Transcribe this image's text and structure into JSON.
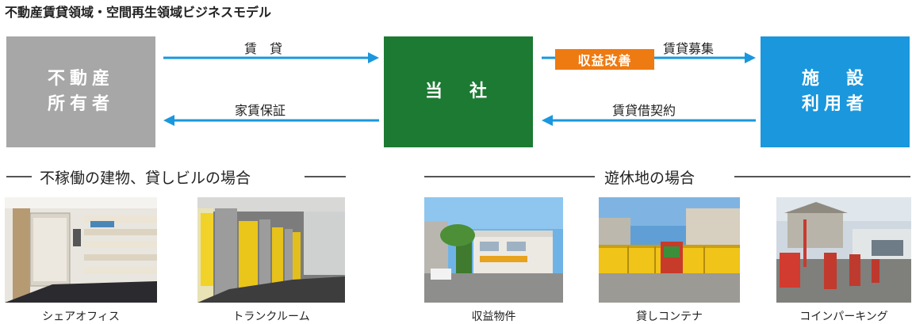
{
  "title": "不動産賃貸領域・空間再生領域ビジネスモデル",
  "boxes": {
    "owner": "不動産\n所有者",
    "company": "当　社",
    "user": "施　設\n利用者"
  },
  "arrows": {
    "rent": "賃　貸",
    "rent_guarantee": "家賃保証",
    "tenant_recruit": "賃貸募集",
    "lease_contract": "賃貸借契約"
  },
  "badge": "収益改善",
  "sections": {
    "left": "不稼働の建物、貸しビルの場合",
    "right": "遊休地の場合"
  },
  "captions": [
    "シェアオフィス",
    "トランクルーム",
    "収益物件",
    "貸しコンテナ",
    "コインパーキング"
  ],
  "colors": {
    "owner": "#a7a7a7",
    "company": "#1c7a33",
    "user": "#1a97dd",
    "arrow": "#1a97dd",
    "badge": "#ee7a12"
  }
}
